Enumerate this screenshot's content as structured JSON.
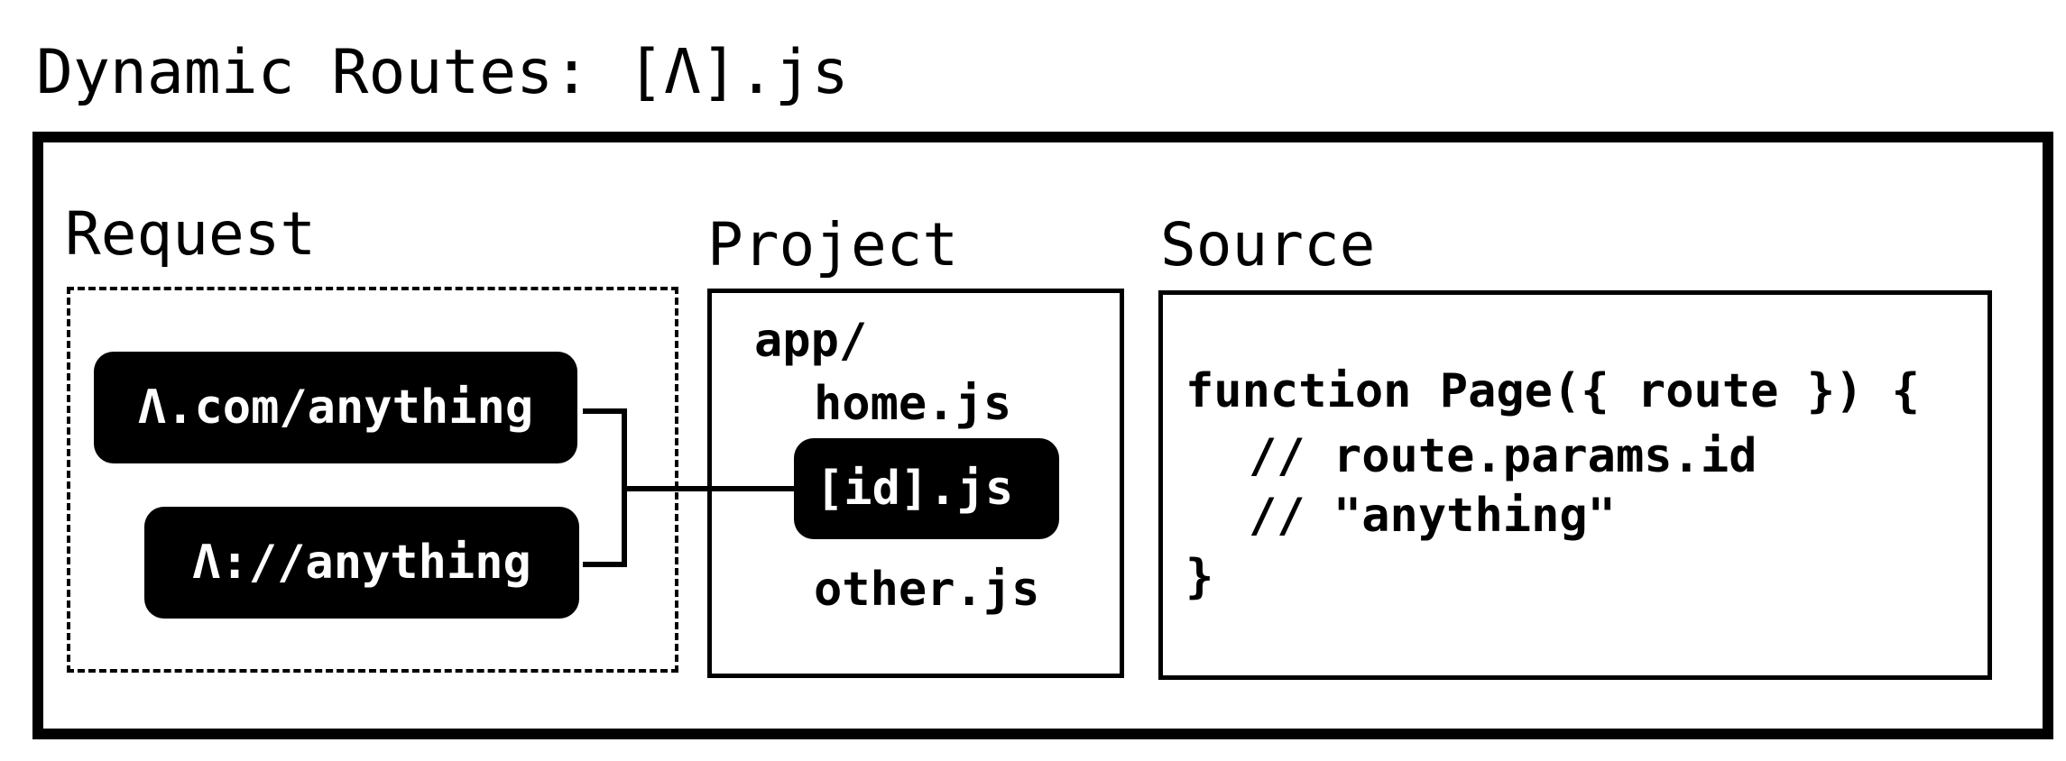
{
  "title": "Dynamic Routes: [Λ].js",
  "sections": {
    "request": "Request",
    "project": "Project",
    "source": "Source"
  },
  "request": {
    "url_1": "Λ.com/anything",
    "url_2": "Λ://anything"
  },
  "project": {
    "folder": "app/",
    "files": {
      "home": "home.js",
      "dynamic": "[id].js",
      "other": "other.js"
    }
  },
  "source": {
    "lines": [
      "function Page({ route }) {",
      "// route.params.id",
      "// \"anything\"",
      "}"
    ]
  }
}
